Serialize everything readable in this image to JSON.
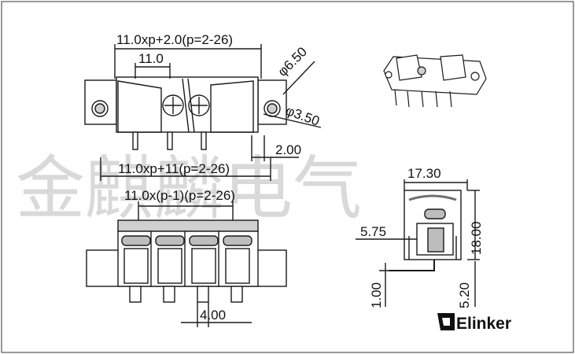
{
  "drawing": {
    "top_view": {
      "overall_width": "11.0xp+2.0(p=2-26)",
      "pitch": "11.0",
      "hole_outer_dia": "φ6.50",
      "hole_inner_dia": "φ3.50",
      "pin_offset": "2.00",
      "pin_span": "11.0xp+11(p=2-26)"
    },
    "front_view": {
      "pitch_span": "11.0x(p-1)(p=2-26)",
      "pin_width": "4.00"
    },
    "side_view": {
      "width": "17.30",
      "pin_offset": "5.75",
      "height": "18.00",
      "pin_thickness": "1.00",
      "pin_length": "5.20"
    },
    "watermark": "金麒麟电气",
    "brand": "Elinker"
  },
  "colors": {
    "line": "#1a1a1a",
    "body_fill": "#ffffff",
    "gray_part": "#bdbdbd",
    "dark_part": "#6e6e6e",
    "watermark": "#d9d9d9"
  }
}
